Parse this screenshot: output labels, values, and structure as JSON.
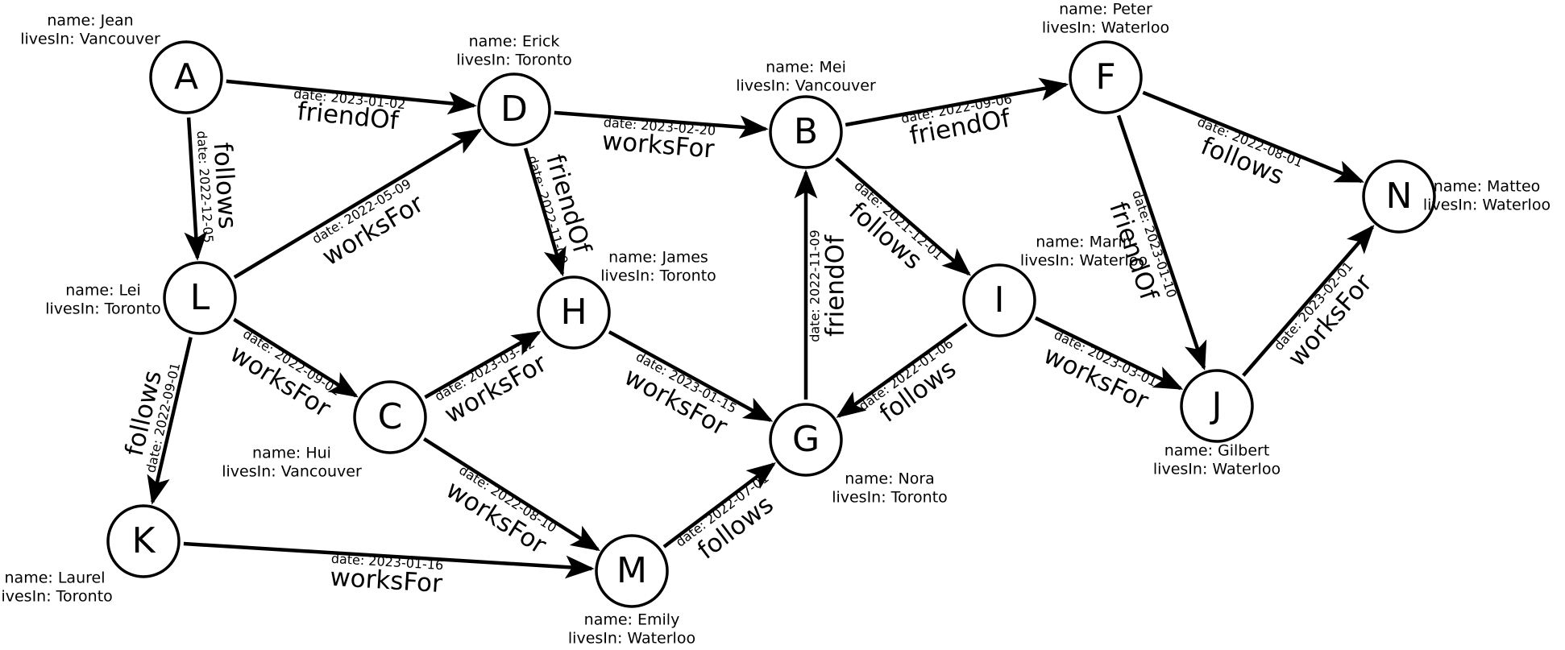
{
  "nodes": [
    {
      "id": "A",
      "name": "name: Jean",
      "lives": "livesIn: Vancouver"
    },
    {
      "id": "D",
      "name": "name: Erick",
      "lives": "livesIn: Toronto"
    },
    {
      "id": "B",
      "name": "name: Mei",
      "lives": "livesIn: Vancouver"
    },
    {
      "id": "F",
      "name": "name: Peter",
      "lives": "livesIn: Waterloo"
    },
    {
      "id": "N",
      "name": "name: Matteo",
      "lives": "livesIn: Waterloo"
    },
    {
      "id": "L",
      "name": "name: Lei",
      "lives": "livesIn: Toronto"
    },
    {
      "id": "H",
      "name": "name: James",
      "lives": "livesIn: Toronto"
    },
    {
      "id": "I",
      "name": "name: Marin",
      "lives": "livesIn: Waterloo"
    },
    {
      "id": "C",
      "name": "name: Hui",
      "lives": "livesIn: Vancouver"
    },
    {
      "id": "G",
      "name": "name: Nora",
      "lives": "livesIn: Toronto"
    },
    {
      "id": "J",
      "name": "name: Gilbert",
      "lives": "livesIn: Waterloo"
    },
    {
      "id": "K",
      "name": "name: Laurel",
      "lives": "livesIn: Toronto"
    },
    {
      "id": "M",
      "name": "name: Emily",
      "lives": "livesIn: Waterloo"
    }
  ],
  "edges": [
    {
      "from": "A",
      "to": "D",
      "label": "friendOf",
      "date": "date: 2023-01-02"
    },
    {
      "from": "A",
      "to": "L",
      "label": "follows",
      "date": "date: 2022-12-05"
    },
    {
      "from": "L",
      "to": "D",
      "label": "worksFor",
      "date": "date: 2022-05-09"
    },
    {
      "from": "D",
      "to": "B",
      "label": "worksFor",
      "date": "date: 2023-02-20"
    },
    {
      "from": "D",
      "to": "H",
      "label": "friendOf",
      "date": "date: 2022-11-09"
    },
    {
      "from": "B",
      "to": "F",
      "label": "friendOf",
      "date": "date: 2022-09-06"
    },
    {
      "from": "F",
      "to": "N",
      "label": "follows",
      "date": "date: 2022-08-01"
    },
    {
      "from": "B",
      "to": "I",
      "label": "follows",
      "date": "date: 2021-12-01"
    },
    {
      "from": "F",
      "to": "J",
      "label": "friendOf",
      "date": "date: 2023-01-10"
    },
    {
      "from": "J",
      "to": "N",
      "label": "worksFor",
      "date": "date: 2023-02-01"
    },
    {
      "from": "L",
      "to": "C",
      "label": "worksFor",
      "date": "date: 2022-09-01"
    },
    {
      "from": "C",
      "to": "H",
      "label": "worksFor",
      "date": "date: 2023-03-22"
    },
    {
      "from": "H",
      "to": "G",
      "label": "worksFor",
      "date": "date: 2023-01-15"
    },
    {
      "from": "G",
      "to": "B",
      "label": "friendOf",
      "date": "date: 2022-11-09"
    },
    {
      "from": "I",
      "to": "G",
      "label": "follows",
      "date": "date: 2022-01-06"
    },
    {
      "from": "I",
      "to": "J",
      "label": "worksFor",
      "date": "date: 2023-03-01"
    },
    {
      "from": "L",
      "to": "K",
      "label": "follows",
      "date": "date: 2022-09-01"
    },
    {
      "from": "C",
      "to": "M",
      "label": "worksFor",
      "date": "date: 2022-08-10"
    },
    {
      "from": "M",
      "to": "G",
      "label": "follows",
      "date": "date: 2022-07-01"
    },
    {
      "from": "K",
      "to": "M",
      "label": "worksFor",
      "date": "date: 2023-01-16"
    }
  ]
}
